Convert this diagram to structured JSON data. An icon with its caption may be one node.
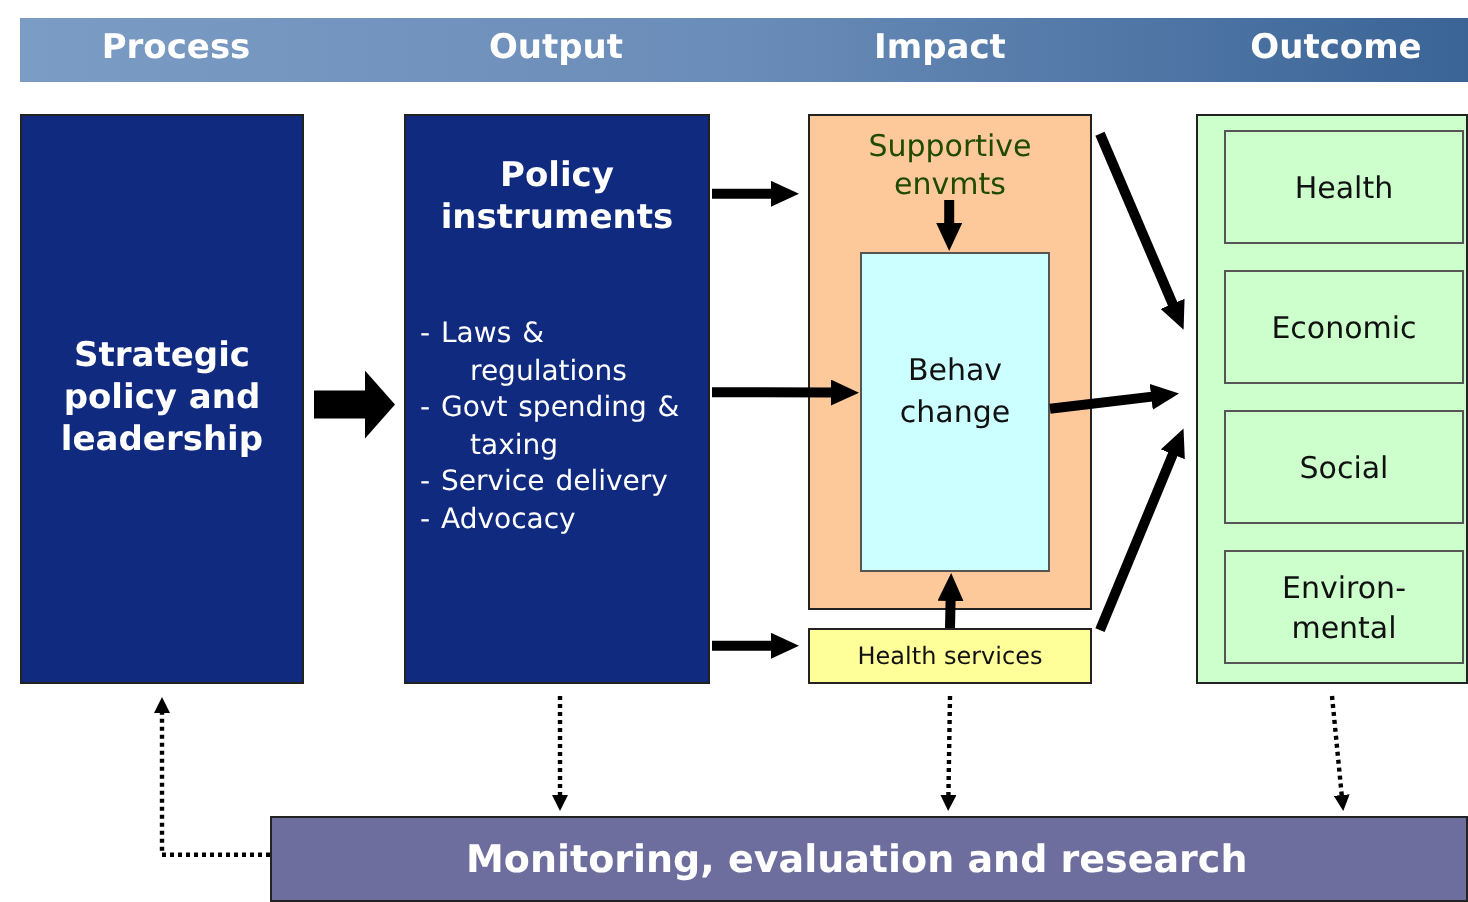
{
  "diagram": {
    "nodes": [
      {
        "text": [
          "Strategic policy and leadership"
        ]
      },
      {
        "text": [
          "Policy instruments",
          "- Laws & regulations",
          "- Govt spending & taxing",
          "- Service delivery",
          "- Advocacy"
        ]
      },
      {
        "text": [
          "Supportive envmts"
        ]
      },
      {
        "text": [
          "Behav change"
        ],
        "in": 2
      },
      {
        "text": [
          "Health services"
        ]
      },
      {
        "text": [],
        "shape": "box"
      },
      {
        "text": [
          "Health"
        ],
        "in": 5
      },
      {
        "text": [
          "Economic"
        ],
        "in": 5
      },
      {
        "text": [
          "Social"
        ],
        "in": 5
      },
      {
        "text": [
          "Environ- mental"
        ],
        "in": 5
      },
      {
        "text": [
          "Monitoring, evaluation and research"
        ]
      }
    ],
    "edges": [
      {
        "from": 0,
        "to": 1,
        "arrow": "to",
        "style": "thick"
      },
      {
        "from": 1,
        "to": 2,
        "arrow": "to"
      },
      {
        "from": 1,
        "to": 3,
        "arrow": "to"
      },
      {
        "from": 1,
        "to": 4,
        "arrow": "to"
      },
      {
        "from": null,
        "to": 3,
        "arrow": "to"
      },
      {
        "from": 4,
        "to": 3,
        "arrow": "to"
      },
      {
        "from": 2,
        "to": 5,
        "arrow": "to"
      },
      {
        "from": 3,
        "to": 5,
        "arrow": "to"
      },
      {
        "from": 4,
        "to": 5,
        "arrow": "to"
      },
      {
        "from": 1,
        "to": 10,
        "arrow": "to",
        "style": "dashed"
      },
      {
        "from": 4,
        "to": 10,
        "arrow": "to",
        "style": "dashed"
      },
      {
        "from": 5,
        "to": 10,
        "arrow": "to",
        "style": "dashed"
      },
      {
        "from": 10,
        "to": 0,
        "arrow": "to",
        "style": "dashed"
      }
    ],
    "labels": [
      "Process",
      "Output",
      "Impact",
      "Outcome"
    ]
  }
}
